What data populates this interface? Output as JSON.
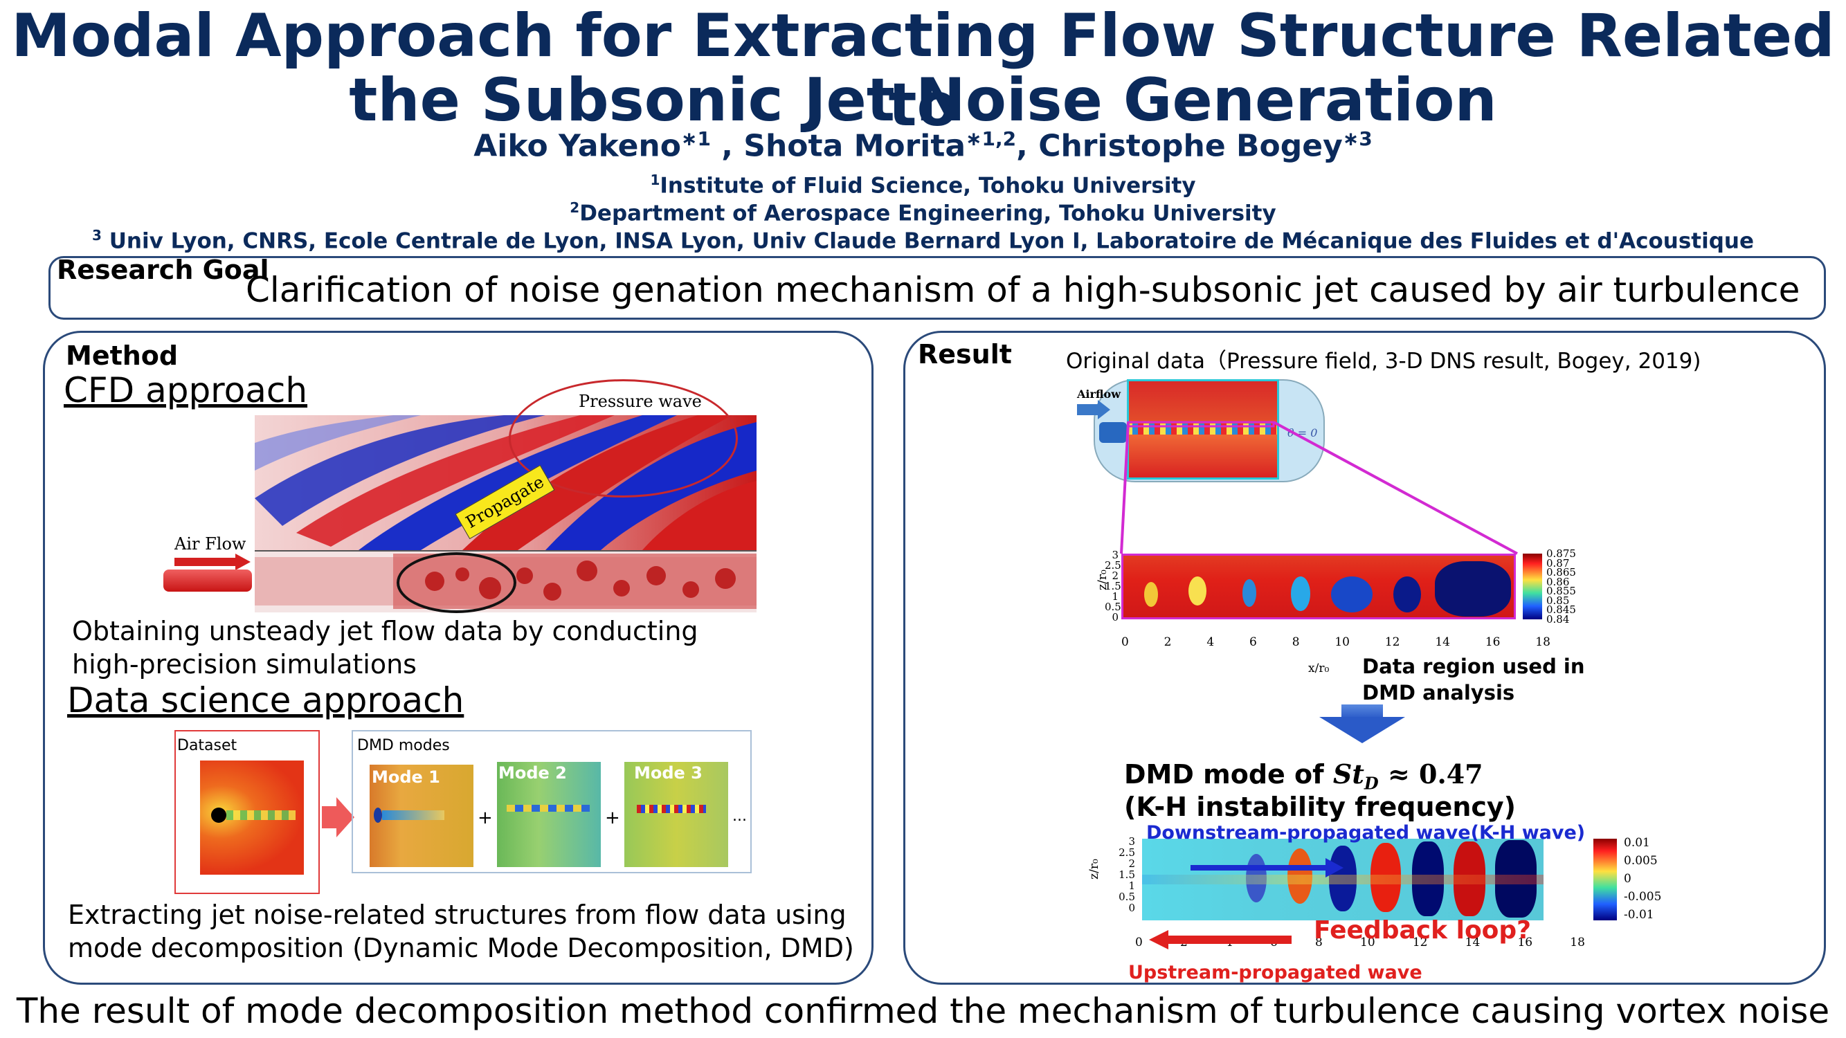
{
  "title_line1": "Modal Approach for Extracting Flow Structure Related to",
  "title_line2": "the Subsonic Jet Noise Generation",
  "authors": {
    "a1": "Aiko Yakeno",
    "a1_sup": "∗1",
    "a2": " , Shota Morita",
    "a2_sup": "∗1,2",
    "a3": ", Christophe Bogey",
    "a3_sup": "∗3"
  },
  "affiliations": [
    {
      "sup": "1",
      "text": "Institute of Fluid Science, Tohoku University"
    },
    {
      "sup": "2",
      "text": "Department of Aerospace Engineering, Tohoku University"
    },
    {
      "sup": "3",
      "text": " Univ Lyon, CNRS, Ecole Centrale de Lyon, INSA Lyon, Univ Claude Bernard Lyon I, Laboratoire de Mécanique des Fluides et d'Acoustique"
    }
  ],
  "goal": {
    "label": "Research Goal",
    "text": "Clarification of noise genation mechanism of a high-subsonic jet caused by air turbulence"
  },
  "method": {
    "label": "Method",
    "cfd_heading": "CFD approach",
    "pressure_wave": "Pressure wave",
    "propagate": "Propagate",
    "air_flow": "Air Flow",
    "cfd_text_1": "Obtaining unsteady jet flow data by conducting",
    "cfd_text_2": "high-precision simulations",
    "ds_heading": "Data science approach",
    "dataset": "Dataset",
    "dmd_modes": "DMD modes",
    "mode1": "Mode 1",
    "mode2": "Mode 2",
    "mode3": "Mode 3",
    "plus": "+",
    "ellipsis": "...",
    "ds_text_1": "Extracting jet noise-related structures from flow data using",
    "ds_text_2": "mode decomposition (Dynamic Mode Decomposition, DMD)"
  },
  "result": {
    "label": "Result",
    "original": "Original data（Pressure field, 3-D DNS result, Bogey, 2019)",
    "airflow": "Airflow",
    "theta": "θ = 0",
    "y_label": "z/r₀",
    "x_label": "x/r₀",
    "y_ticks_1": [
      "3",
      "2.5",
      "2",
      "1.5",
      "1",
      "0.5",
      "0"
    ],
    "x_ticks": [
      "0",
      "2",
      "4",
      "6",
      "8",
      "10",
      "12",
      "14",
      "16",
      "18"
    ],
    "cbar_1": [
      "0.875",
      "0.87",
      "0.865",
      "0.86",
      "0.855",
      "0.85",
      "0.845",
      "0.84"
    ],
    "region_1": "Data region used in",
    "region_2": "DMD analysis",
    "dmd_mode_pre": "DMD mode of ",
    "dmd_mode_st": "St",
    "dmd_mode_sub": "D",
    "dmd_mode_post": " ≈ 0.47",
    "kh_freq": "(K-H instability frequency)",
    "downstream": "Downstream-propagated wave(K-H wave)",
    "cbar_2": [
      "0.01",
      "0.005",
      "0",
      "-0.005",
      "-0.01"
    ],
    "feedback": "Feedback loop?",
    "upstream": "Upstream-propagated wave"
  },
  "conclusion": "The result of mode decomposition method confirmed the mechanism of turbulence causing vortex noise",
  "colors": {
    "navy": "#0b2a5b",
    "box": "#2b4a7a",
    "magenta": "#d22ad2",
    "red": "#e0201e",
    "blue": "#1a2ad0"
  }
}
